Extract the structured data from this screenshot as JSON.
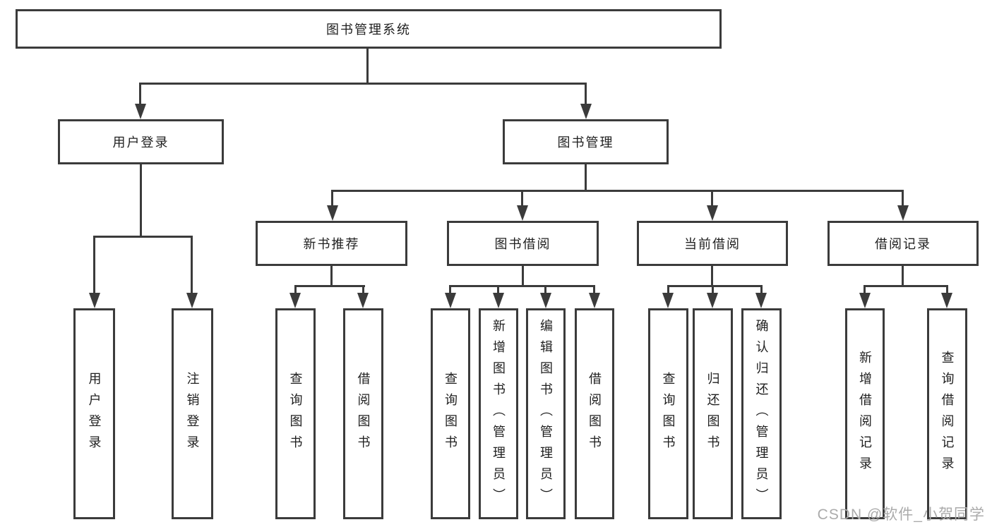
{
  "diagram": {
    "root": {
      "label": "图书管理系统"
    },
    "level2": [
      {
        "label": "用户登录"
      },
      {
        "label": "图书管理"
      }
    ],
    "level3": [
      {
        "label": "新书推荐"
      },
      {
        "label": "图书借阅"
      },
      {
        "label": "当前借阅"
      },
      {
        "label": "借阅记录"
      }
    ],
    "leaves": {
      "user_login": [
        "用户登录",
        "注销登录"
      ],
      "new_book": [
        "查询图书",
        "借阅图书"
      ],
      "book_borrow": [
        "查询图书",
        "新增图书（管理员）",
        "编辑图书（管理员）",
        "借阅图书"
      ],
      "current_borrow": [
        "查询图书",
        "归还图书",
        "确认归还（管理员）"
      ],
      "borrow_record": [
        "新增借阅记录",
        "查询借阅记录"
      ]
    }
  },
  "watermark": {
    "text": "CSDN @软件_小贺同学"
  },
  "colors": {
    "line": "#3b3b3b",
    "text": "#1f1f1f",
    "background": "#ffffff",
    "watermark": "#ababab"
  }
}
